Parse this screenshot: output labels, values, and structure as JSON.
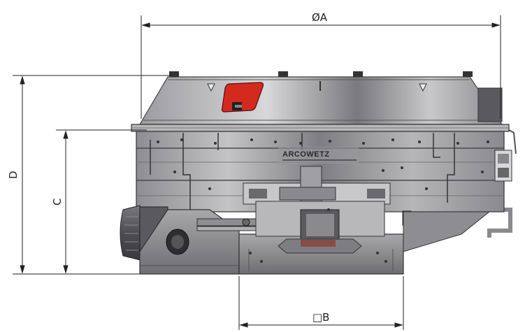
{
  "dimensions": {
    "diameter_label": "ØA",
    "width_label": "□B",
    "c_label": "C",
    "d_label": "D"
  },
  "machine": {
    "brand": "ARCOWETZ",
    "hatch_color": "#d42a1e",
    "body_color": "#a9a9ab"
  }
}
